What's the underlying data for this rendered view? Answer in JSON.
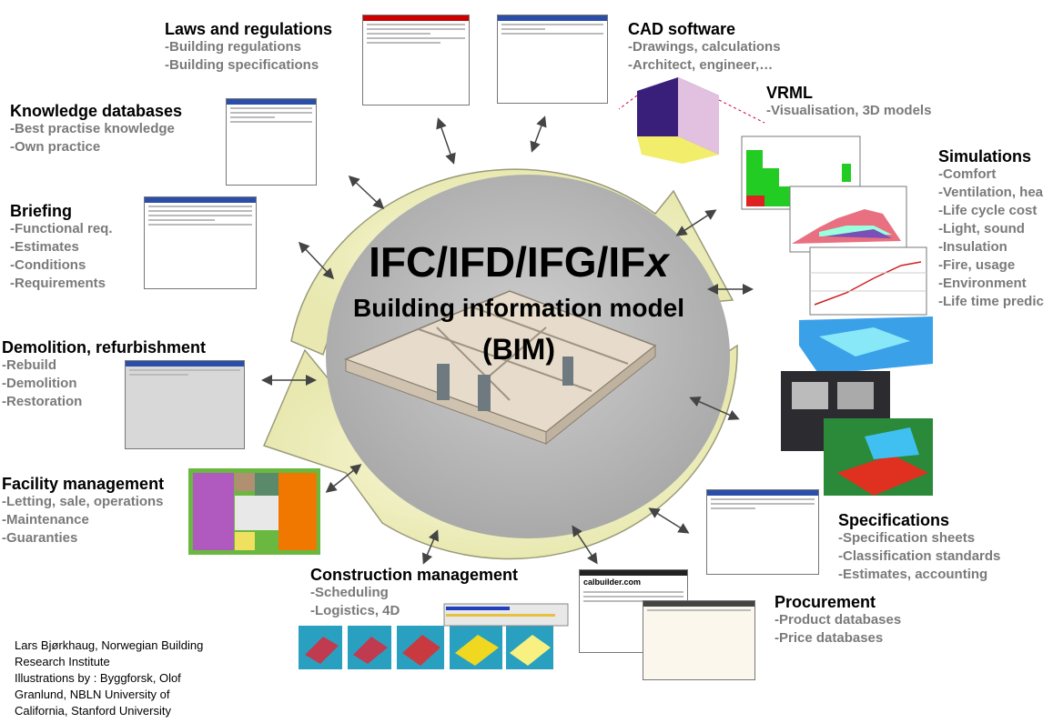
{
  "center": {
    "line1": "IFC/IFD/IFG/IF",
    "line1_italic": "x",
    "line2": "Building information model",
    "line3": "(BIM)"
  },
  "groups": [
    {
      "id": "laws",
      "title": "Laws and regulations",
      "items": [
        "-Building regulations",
        "-Building specifications"
      ]
    },
    {
      "id": "cad",
      "title": "CAD software",
      "items": [
        "-Drawings, calculations",
        "-Architect, engineer,…"
      ]
    },
    {
      "id": "vrml",
      "title": "VRML",
      "items": [
        "-Visualisation, 3D models"
      ]
    },
    {
      "id": "knowledge",
      "title": "Knowledge databases",
      "items": [
        "-Best practise knowledge",
        "-Own practice"
      ]
    },
    {
      "id": "simulations",
      "title": "Simulations",
      "items": [
        "-Comfort",
        "-Ventilation, hea",
        "-Life cycle cost",
        "-Light, sound",
        "-Insulation",
        "-Fire, usage",
        "-Environment",
        "-Life time predic"
      ]
    },
    {
      "id": "briefing",
      "title": "Briefing",
      "items": [
        "-Functional req.",
        "-Estimates",
        "-Conditions",
        "-Requirements"
      ]
    },
    {
      "id": "demolition",
      "title": "Demolition, refurbishment",
      "items": [
        "-Rebuild",
        "-Demolition",
        "-Restoration"
      ]
    },
    {
      "id": "facility",
      "title": "Facility management",
      "items": [
        "-Letting, sale, operations",
        "-Maintenance",
        "-Guaranties"
      ]
    },
    {
      "id": "specifications",
      "title": "Specifications",
      "items": [
        "-Specification sheets",
        "-Classification standards",
        "-Estimates, accounting"
      ]
    },
    {
      "id": "construction",
      "title": "Construction management",
      "items": [
        "-Scheduling",
        "-Logistics, 4D"
      ]
    },
    {
      "id": "procurement",
      "title": "Procurement",
      "items": [
        "-Product databases",
        "-Price databases"
      ]
    }
  ],
  "credit": {
    "lines": [
      "Lars Bjørkhaug, Norwegian Building",
      "Research Institute",
      "Illustrations by : Byggforsk, Olof",
      "Granlund, NBLN University of",
      "California, Stanford University"
    ]
  },
  "thumbnails": {
    "calbuilder_logo": "calbuilder.com"
  },
  "colors": {
    "cycle_arrow_fill": "#f6f6c8",
    "cycle_arrow_stroke": "#9a9a7a",
    "center_disc": "#bdbdbd",
    "item_text": "#7a7a7a"
  }
}
